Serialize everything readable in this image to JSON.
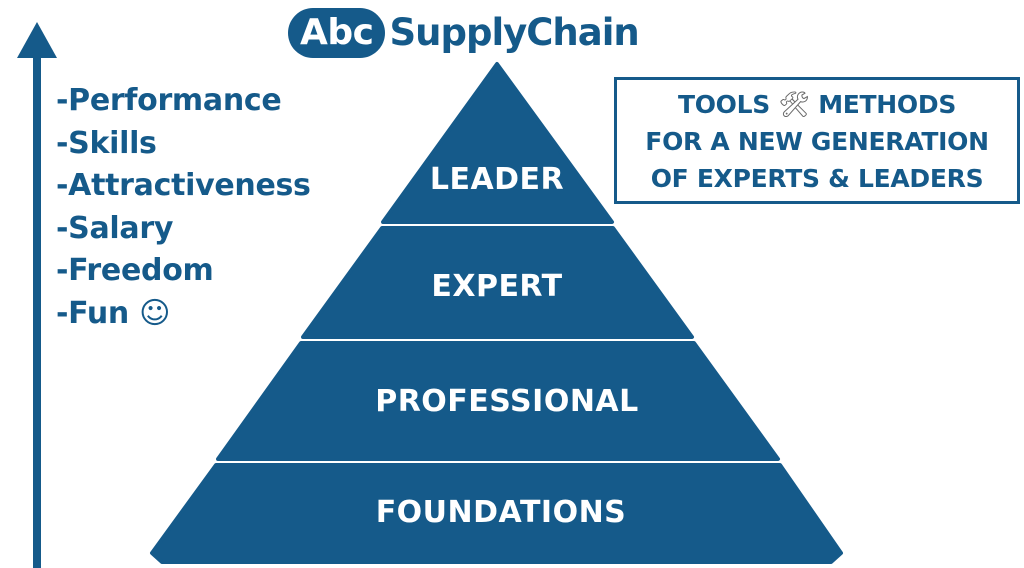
{
  "brand": {
    "badge": "Abc",
    "name": "SupplyChain"
  },
  "benefits": [
    "-Performance",
    "-Skills",
    "-Attractiveness",
    "-Salary",
    "-Freedom",
    "-Fun ☺"
  ],
  "tools_box": {
    "line1_before": "TOOLS",
    "line1_glyph": "🛠",
    "line1_after": "METHODS",
    "line2": "FOR A NEW GENERATION",
    "line3": "OF EXPERTS & LEADERS"
  },
  "pyramid": {
    "tiers": [
      "LEADER",
      "EXPERT",
      "PROFESSIONAL",
      "FOUNDATIONS"
    ]
  },
  "colors": {
    "primary": "#155a8a",
    "background": "#ffffff"
  }
}
